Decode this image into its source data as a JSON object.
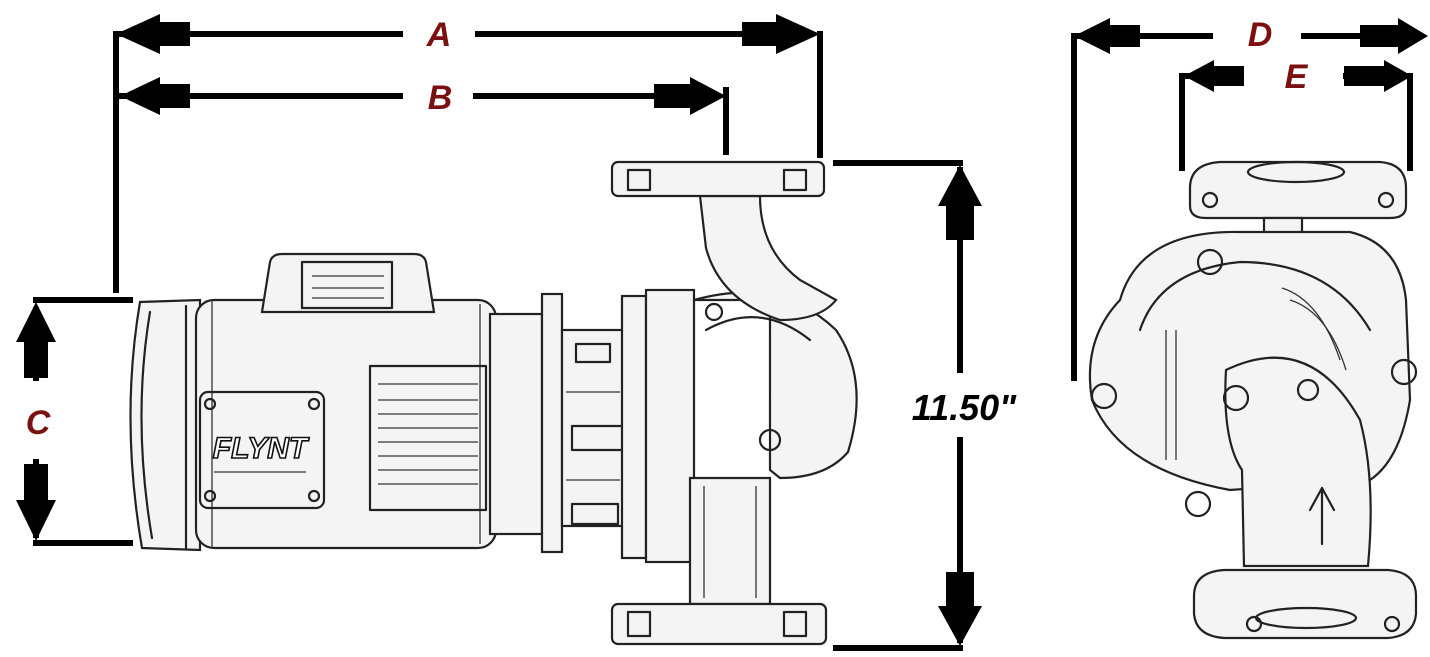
{
  "dimensions": {
    "a": "A",
    "b": "B",
    "c": "C",
    "d": "D",
    "e": "E",
    "height_value": "11.50\""
  },
  "brand": {
    "logo_text": "FLYNT"
  },
  "colors": {
    "label_letter": "#7a1010",
    "dimension_line": "#000000",
    "sketch_stroke": "#222222"
  }
}
